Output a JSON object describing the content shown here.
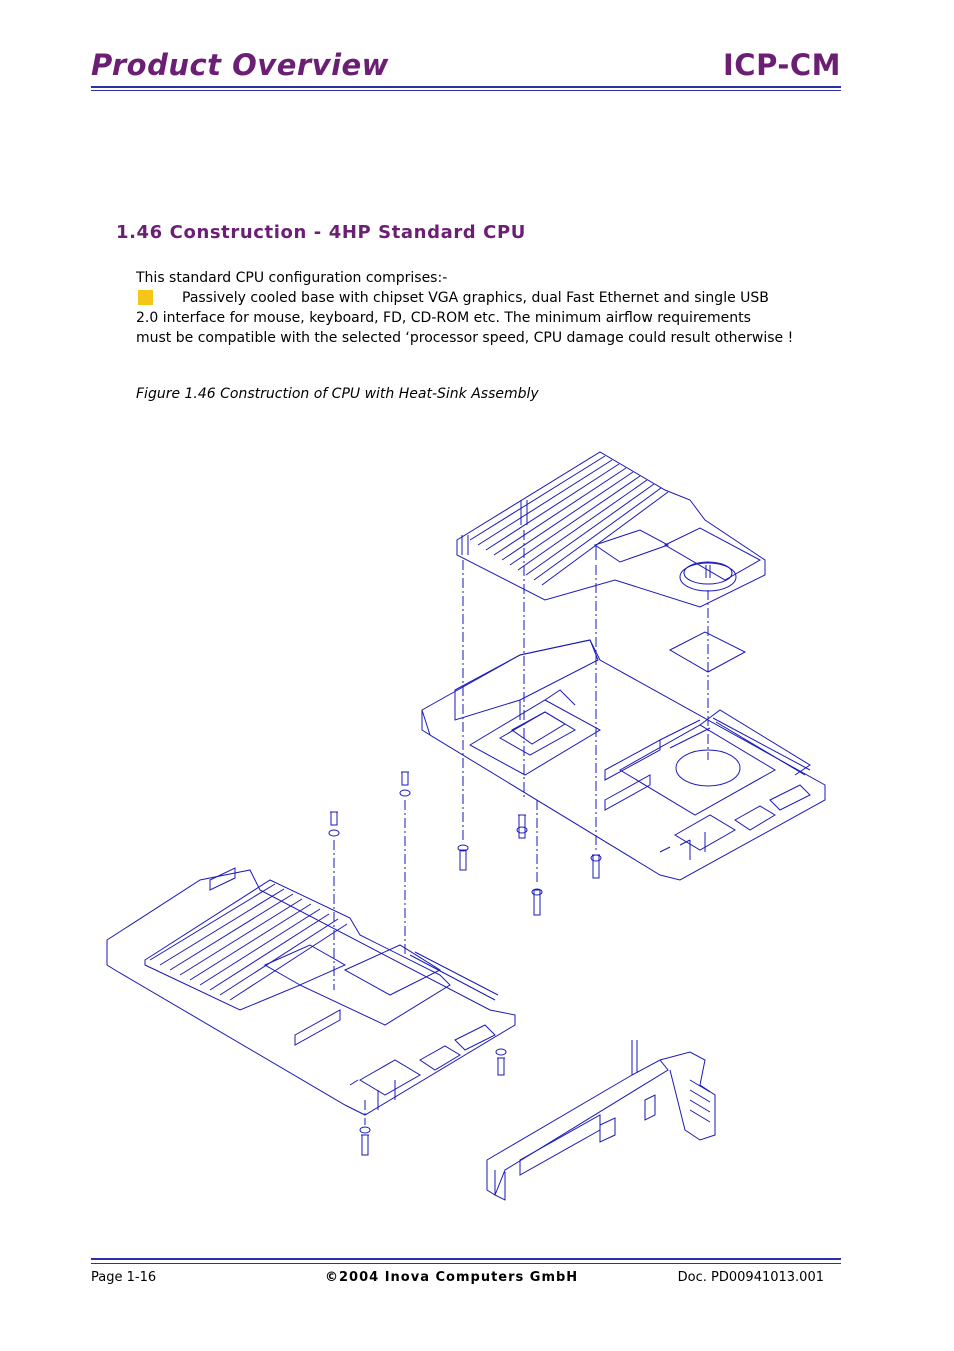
{
  "header": {
    "left_title": "Product Overview",
    "right_title": "ICP-CM"
  },
  "section": {
    "title": "1.46 Construction - 4HP Standard CPU",
    "intro": "This standard CPU configuration comprises:-",
    "bullet_line_1": "Passively cooled base with chipset VGA graphics, dual Fast Ethernet and single USB",
    "bullet_line_2": "2.0 interface for mouse, keyboard, FD, CD-ROM etc. The minimum airflow requirements",
    "bullet_line_3": "must be compatible with the selected ‘processor speed, CPU damage could result otherwise !"
  },
  "figure": {
    "caption": "Figure 1.46 Construction of CPU with Heat-Sink Assembly"
  },
  "footer": {
    "page": "Page 1-16",
    "copyright": "©2004 Inova Computers GmbH",
    "doc": "Doc. PD00941013.001"
  },
  "colors": {
    "title": "#6b1f74",
    "rule": "#2b2fa8",
    "drawing": "#1a1ab8",
    "bullet": "#f5c518"
  }
}
